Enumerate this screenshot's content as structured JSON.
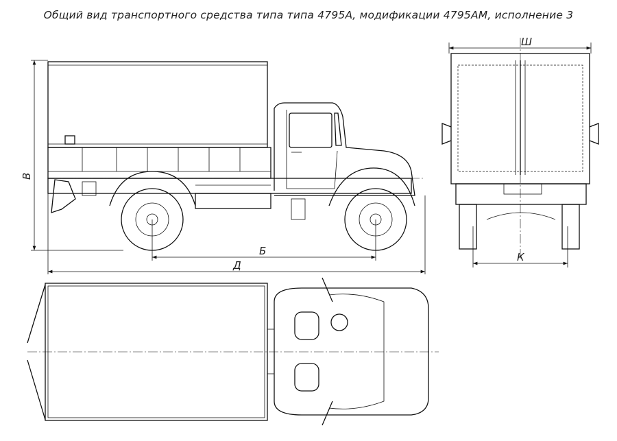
{
  "title": "Общий вид транспортного средства типа типа 4795А, модификации 4795АМ, исполнение 3",
  "dimensions": {
    "height": "В",
    "wheelbase": "Б",
    "length": "Д",
    "width": "Ш",
    "track": "К"
  }
}
